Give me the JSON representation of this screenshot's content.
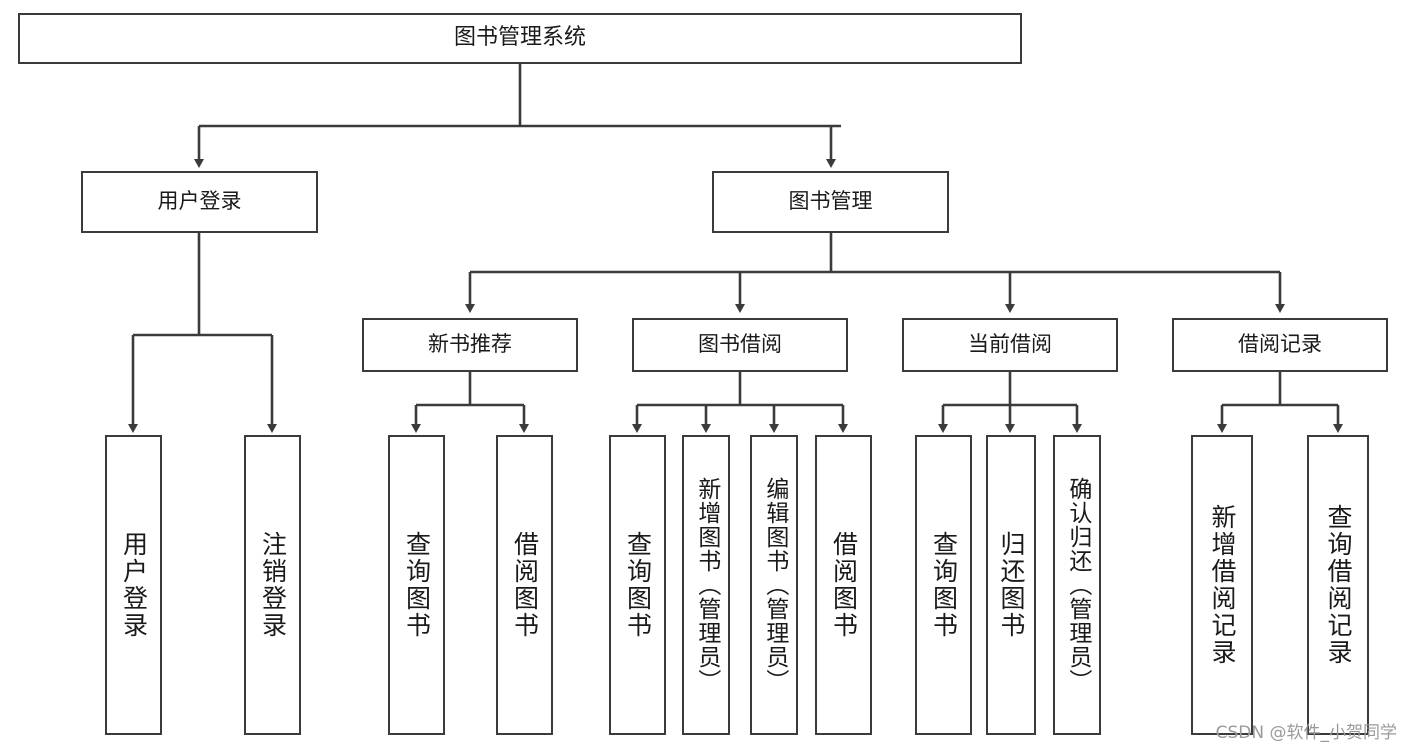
{
  "diagram": {
    "type": "tree",
    "title": "图书管理系统",
    "root": {
      "label": "图书管理系统"
    },
    "level2": [
      {
        "label": "用户登录"
      },
      {
        "label": "图书管理"
      }
    ],
    "level3": [
      {
        "label": "新书推荐"
      },
      {
        "label": "图书借阅"
      },
      {
        "label": "当前借阅"
      },
      {
        "label": "借阅记录"
      }
    ],
    "leaves": {
      "user_login": [
        {
          "label": "用户登录"
        },
        {
          "label": "注销登录"
        }
      ],
      "new_book_recommend": [
        {
          "label": "查询图书"
        },
        {
          "label": "借阅图书"
        }
      ],
      "book_borrow": [
        {
          "label": "查询图书"
        },
        {
          "label": "新增图书（管理员）"
        },
        {
          "label": "编辑图书（管理员）"
        },
        {
          "label": "借阅图书"
        }
      ],
      "current_borrow": [
        {
          "label": "查询图书"
        },
        {
          "label": "归还图书"
        },
        {
          "label": "确认归还（管理员）"
        }
      ],
      "borrow_record": [
        {
          "label": "新增借阅记录"
        },
        {
          "label": "查询借阅记录"
        }
      ]
    }
  },
  "watermark": {
    "text": "CSDN @软件_小贺同学"
  },
  "colors": {
    "stroke": "#3b3b3b",
    "background": "#ffffff",
    "text": "#1a1a1a",
    "watermark": "#9a9a9a"
  }
}
